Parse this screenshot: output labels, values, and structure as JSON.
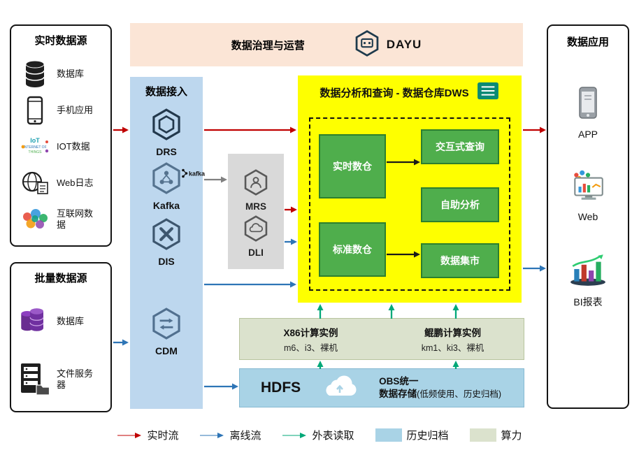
{
  "colors": {
    "realtime": "#c00000",
    "offline": "#2e75b6",
    "external": "#00a878",
    "flow_gray": "#808080",
    "flow_black": "#1a1a1a",
    "governance_bg": "#fbe5d6",
    "ingestion_bg": "#bdd7ee",
    "middleware_bg": "#d9d9d9",
    "dws_bg": "#feff00",
    "warehouse_green": "#4fae4c",
    "warehouse_green_border": "#2d7f2d",
    "compute_bg": "#dbe2cd",
    "hdfs_bg": "#a9d3e6"
  },
  "sources_realtime": {
    "title": "实时数据源",
    "items": [
      {
        "label": "数据库",
        "icon": "database-icon"
      },
      {
        "label": "手机应用",
        "icon": "smartphone-icon"
      },
      {
        "label": "IOT数据",
        "icon": "iot-wordcloud-icon"
      },
      {
        "label": "Web日志",
        "icon": "globe-document-icon"
      },
      {
        "label": "互联网数据",
        "icon": "internet-wordcloud-icon"
      }
    ]
  },
  "sources_batch": {
    "title": "批量数据源",
    "items": [
      {
        "label": "数据库",
        "icon": "purple-databases-icon"
      },
      {
        "label": "文件服务器",
        "icon": "file-server-icon"
      }
    ]
  },
  "governance": {
    "title": "数据治理与运营",
    "product": "DAYU",
    "icon": "dayu-hexagon-icon"
  },
  "ingestion": {
    "title": "数据接入",
    "items": [
      {
        "label": "DRS",
        "icon": "drs-hexagon-icon"
      },
      {
        "label": "Kafka",
        "icon": "kafka-hexagon-icon",
        "badge": "kafka"
      },
      {
        "label": "DIS",
        "icon": "dis-hexagon-icon"
      },
      {
        "label": "CDM",
        "icon": "cdm-hexagon-icon"
      }
    ]
  },
  "middleware": {
    "items": [
      {
        "label": "MRS",
        "icon": "mrs-hexagon-icon"
      },
      {
        "label": "DLI",
        "icon": "dli-hexagon-icon"
      }
    ]
  },
  "dws": {
    "title": "数据分析和查询 - 数据仓库DWS",
    "icon": "document-stack-icon",
    "warehouses": [
      {
        "label": "实时数仓"
      },
      {
        "label": "标准数仓"
      }
    ],
    "services": [
      {
        "label": "交互式查询"
      },
      {
        "label": "自助分析"
      },
      {
        "label": "数据集市"
      }
    ]
  },
  "applications": {
    "title": "数据应用",
    "items": [
      {
        "label": "APP",
        "icon": "app-phone-icon"
      },
      {
        "label": "Web",
        "icon": "web-monitor-icon"
      },
      {
        "label": "BI报表",
        "icon": "bi-chart-icon"
      }
    ]
  },
  "compute": {
    "x86": {
      "title": "X86计算实例",
      "subtitle": "m6、i3、裸机"
    },
    "kunpeng": {
      "title": "鲲鹏计算实例",
      "subtitle": "km1、ki3、裸机"
    }
  },
  "storage": {
    "hdfs": "HDFS",
    "obs_line1": "OBS统一",
    "obs_line2": "数据存储",
    "obs_note": "(低频使用、历史归档)",
    "icon": "cloud-icon"
  },
  "legend": {
    "realtime": "实时流",
    "offline": "离线流",
    "external": "外表读取",
    "archive": "历史归档",
    "compute": "算力"
  }
}
